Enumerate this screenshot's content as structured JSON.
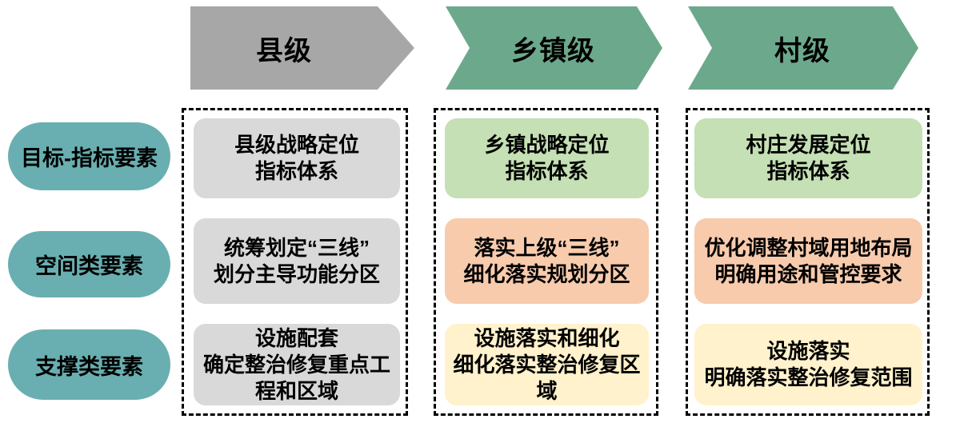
{
  "palette": {
    "county_arrow_gray": "#A7A7A7",
    "level_arrow_green": "#6CA98C",
    "row_pill_teal": "#69AFB1",
    "box_gray": "#D9D9D9",
    "box_light_green": "#C5E0B4",
    "box_peach": "#F8CBAD",
    "box_light_yellow": "#FFF2CC",
    "text": "#000000",
    "frame_border": "#000000"
  },
  "headers": [
    {
      "label": "县级",
      "shape": "pentagon-arrow",
      "color": "#A7A7A7"
    },
    {
      "label": "乡镇级",
      "shape": "chevron-arrow",
      "color": "#6CA98C"
    },
    {
      "label": "村级",
      "shape": "chevron-arrow",
      "color": "#6CA98C"
    }
  ],
  "rows": [
    {
      "label": "目标-指标要素"
    },
    {
      "label": "空间类要素"
    },
    {
      "label": "支撑类要素"
    }
  ],
  "columns": [
    {
      "header": "县级",
      "boxes": [
        {
          "text": "县级战略定位\n指标体系",
          "color": "#D9D9D9"
        },
        {
          "text": "统筹划定“三线”\n划分主导功能分区",
          "color": "#D9D9D9"
        },
        {
          "text": "设施配套\n确定整治修复重点工\n程和区域",
          "color": "#D9D9D9"
        }
      ]
    },
    {
      "header": "乡镇级",
      "boxes": [
        {
          "text": "乡镇战略定位\n指标体系",
          "color": "#C5E0B4"
        },
        {
          "text": "落实上级“三线”\n细化落实规划分区",
          "color": "#F8CBAD"
        },
        {
          "text": "设施落实和细化\n细化落实整治修复区\n域",
          "color": "#FFF2CC"
        }
      ]
    },
    {
      "header": "村级",
      "boxes": [
        {
          "text": "村庄发展定位\n指标体系",
          "color": "#C5E0B4"
        },
        {
          "text": "优化调整村域用地布局\n明确用途和管控要求",
          "color": "#F8CBAD"
        },
        {
          "text": "设施落实\n明确落实整治修复范围",
          "color": "#FFF2CC"
        }
      ]
    }
  ]
}
